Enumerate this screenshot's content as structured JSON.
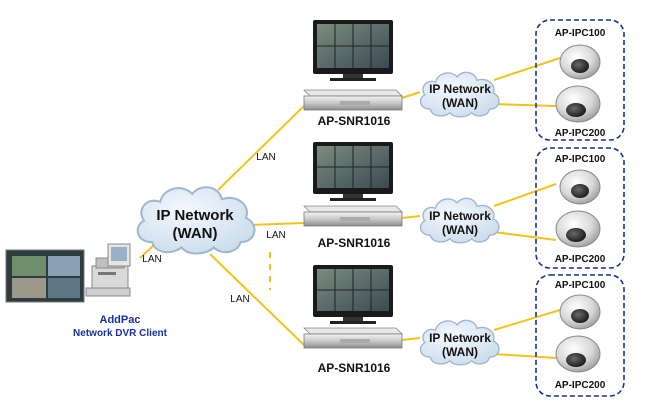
{
  "central_cloud": {
    "line1": "IP Network",
    "line2": "(WAN)"
  },
  "client": {
    "brand": "AddPac",
    "name": "Network DVR Client",
    "link_label": "LAN"
  },
  "branches": [
    {
      "lan_label": "LAN",
      "dvr_model": "AP-SNR1016",
      "cloud": {
        "line1": "IP Network",
        "line2": "(WAN)"
      },
      "cameras": [
        "AP-IPC100",
        "AP-IPC200"
      ]
    },
    {
      "lan_label": "LAN",
      "dvr_model": "AP-SNR1016",
      "cloud": {
        "line1": "IP Network",
        "line2": "(WAN)"
      },
      "cameras": [
        "AP-IPC100",
        "AP-IPC200"
      ]
    },
    {
      "lan_label": "LAN",
      "dvr_model": "AP-SNR1016",
      "cloud": {
        "line1": "IP Network",
        "line2": "(WAN)"
      },
      "cameras": [
        "AP-IPC100",
        "AP-IPC200"
      ]
    }
  ],
  "colors": {
    "link": "#f0c419",
    "cloud_fill": "#dbe8f4",
    "cloud_stroke": "#9fb6cf",
    "group_border": "#1a2f9c",
    "client_text": "#1a2f9c"
  }
}
